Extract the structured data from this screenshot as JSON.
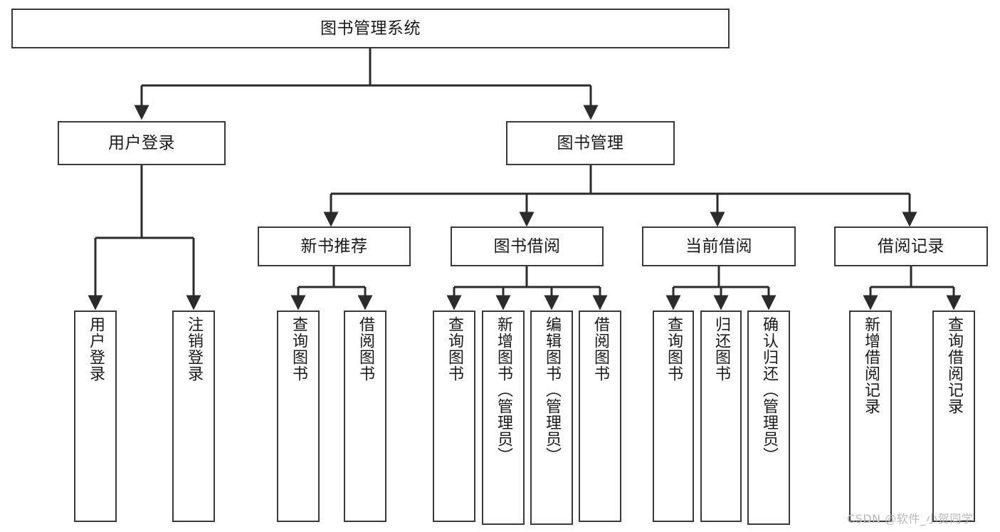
{
  "diagram": {
    "title": "图书管理系统",
    "type": "tree",
    "watermark": "CSDN @软件_小贺同学",
    "colors": {
      "box_border": "#3a3a3a",
      "box_fill": "#ffffff",
      "line": "#2b2b2b",
      "text": "#1a1a1a",
      "watermark": "#b8b8b8",
      "background": "#ffffff"
    },
    "root": {
      "label": "图书管理系统"
    },
    "level2": [
      {
        "label": "用户登录"
      },
      {
        "label": "图书管理"
      }
    ],
    "level3": [
      {
        "label": "新书推荐"
      },
      {
        "label": "图书借阅"
      },
      {
        "label": "当前借阅"
      },
      {
        "label": "借阅记录"
      }
    ],
    "leaves": {
      "user_login": [
        {
          "label": "用户登录"
        },
        {
          "label": "注销登录"
        }
      ],
      "new_book_recommend": [
        {
          "label": "查询图书"
        },
        {
          "label": "借阅图书"
        }
      ],
      "book_borrow": [
        {
          "label": "查询图书"
        },
        {
          "label": "新增图书（管理员）"
        },
        {
          "label": "编辑图书（管理员）"
        },
        {
          "label": "借阅图书"
        }
      ],
      "current_borrow": [
        {
          "label": "查询图书"
        },
        {
          "label": "归还图书"
        },
        {
          "label": "确认归还（管理员）"
        }
      ],
      "borrow_record": [
        {
          "label": "新增借阅记录"
        },
        {
          "label": "查询借阅记录"
        }
      ]
    }
  }
}
